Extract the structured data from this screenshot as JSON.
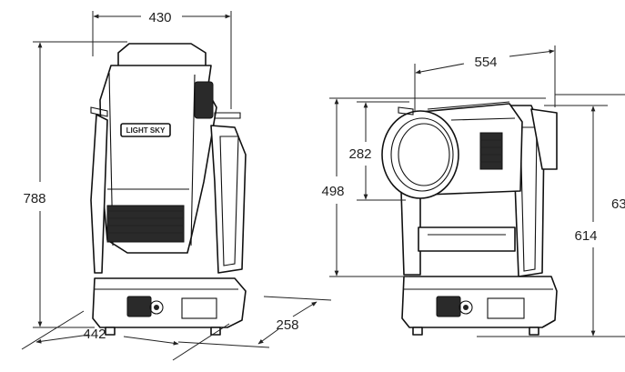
{
  "brand": {
    "logo_text": "LIGHT SKY"
  },
  "dimensions": {
    "front_width": "430",
    "front_height": "788",
    "base_width": "442",
    "base_depth": "258",
    "side_width": "554",
    "lens_height": "282",
    "head_height": "498",
    "yoke_height": "614",
    "overall_height_partial": "63"
  }
}
